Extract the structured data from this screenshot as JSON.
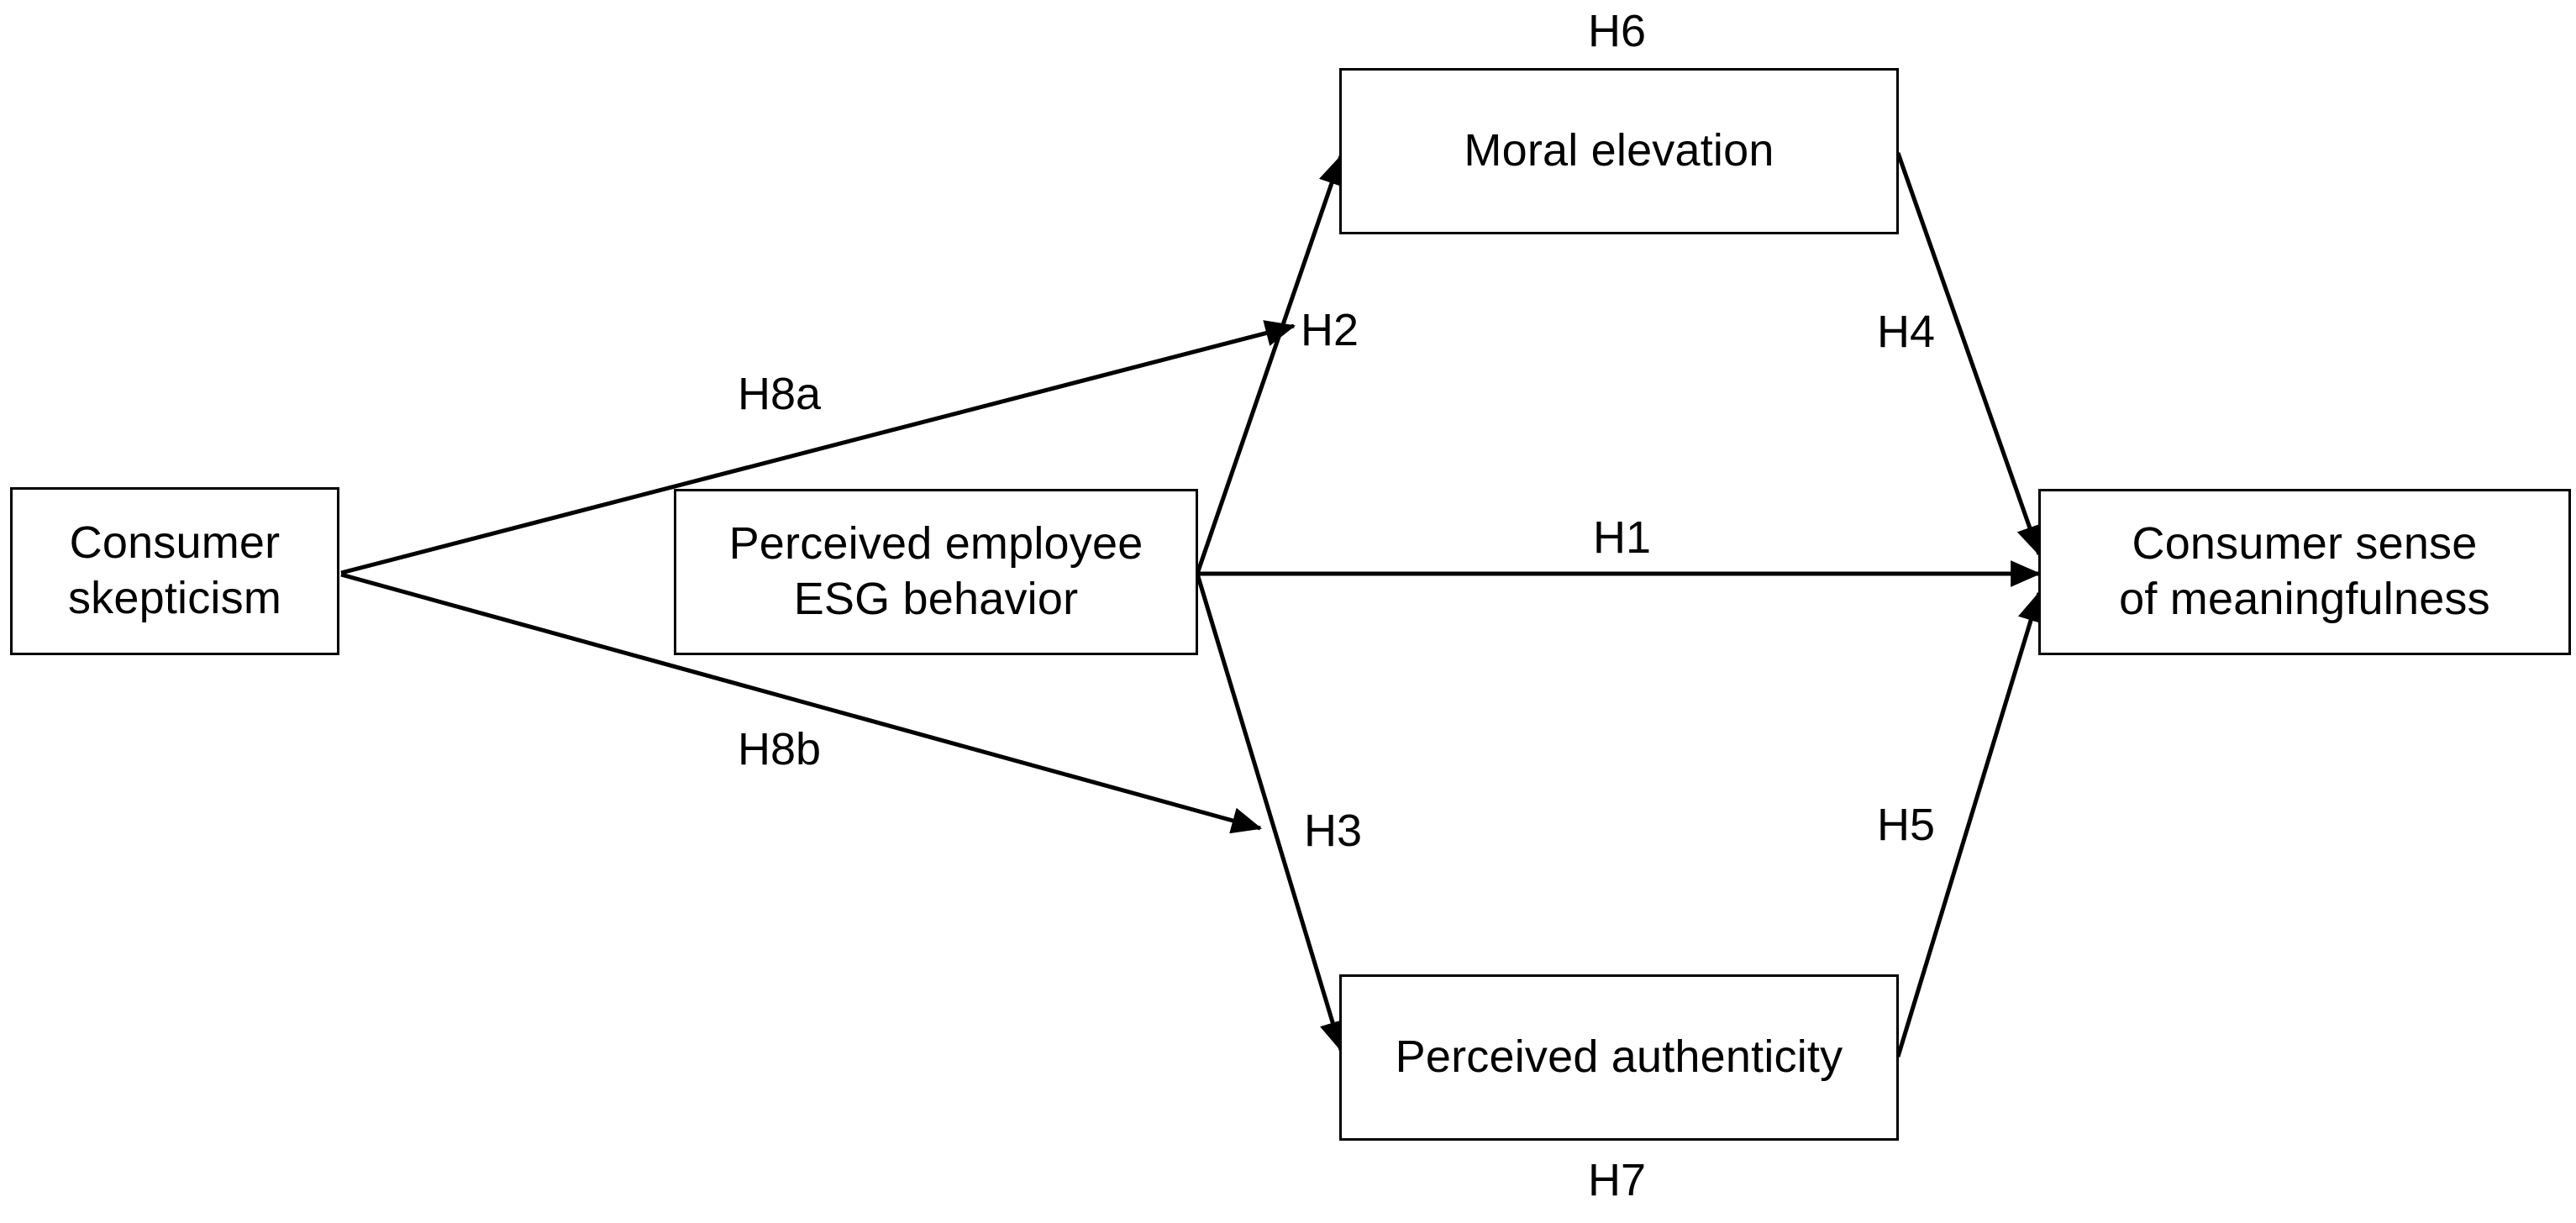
{
  "diagram": {
    "type": "conceptual-research-model",
    "background_color": "#ffffff",
    "line_color": "#000000",
    "box_border_color": "#000000",
    "box_fill_color": "#ffffff",
    "nodes": [
      {
        "id": "consumer-skepticism",
        "label": "Consumer\nskepticism"
      },
      {
        "id": "perceived-employee-esg-behavior",
        "label": "Perceived employee\nESG behavior"
      },
      {
        "id": "moral-elevation",
        "label": "Moral elevation"
      },
      {
        "id": "perceived-authenticity",
        "label": "Perceived authenticity"
      },
      {
        "id": "consumer-sense-of-meaningfulness",
        "label": "Consumer sense\nof meaningfulness"
      }
    ],
    "hypotheses": [
      {
        "id": "H1",
        "label": "H1",
        "from": "perceived-employee-esg-behavior",
        "to": "consumer-sense-of-meaningfulness"
      },
      {
        "id": "H2",
        "label": "H2",
        "from": "perceived-employee-esg-behavior",
        "to": "moral-elevation"
      },
      {
        "id": "H3",
        "label": "H3",
        "from": "perceived-employee-esg-behavior",
        "to": "perceived-authenticity"
      },
      {
        "id": "H4",
        "label": "H4",
        "from": "moral-elevation",
        "to": "consumer-sense-of-meaningfulness"
      },
      {
        "id": "H5",
        "label": "H5",
        "from": "perceived-authenticity",
        "to": "consumer-sense-of-meaningfulness"
      },
      {
        "id": "H6",
        "label": "H6",
        "from": "moral-elevation",
        "to": "consumer-sense-of-meaningfulness"
      },
      {
        "id": "H7",
        "label": "H7",
        "from": "perceived-authenticity",
        "to": "consumer-sense-of-meaningfulness"
      },
      {
        "id": "H8a",
        "label": "H8a",
        "from": "consumer-skepticism",
        "to": "H2"
      },
      {
        "id": "H8b",
        "label": "H8b",
        "from": "consumer-skepticism",
        "to": "H3"
      }
    ]
  }
}
